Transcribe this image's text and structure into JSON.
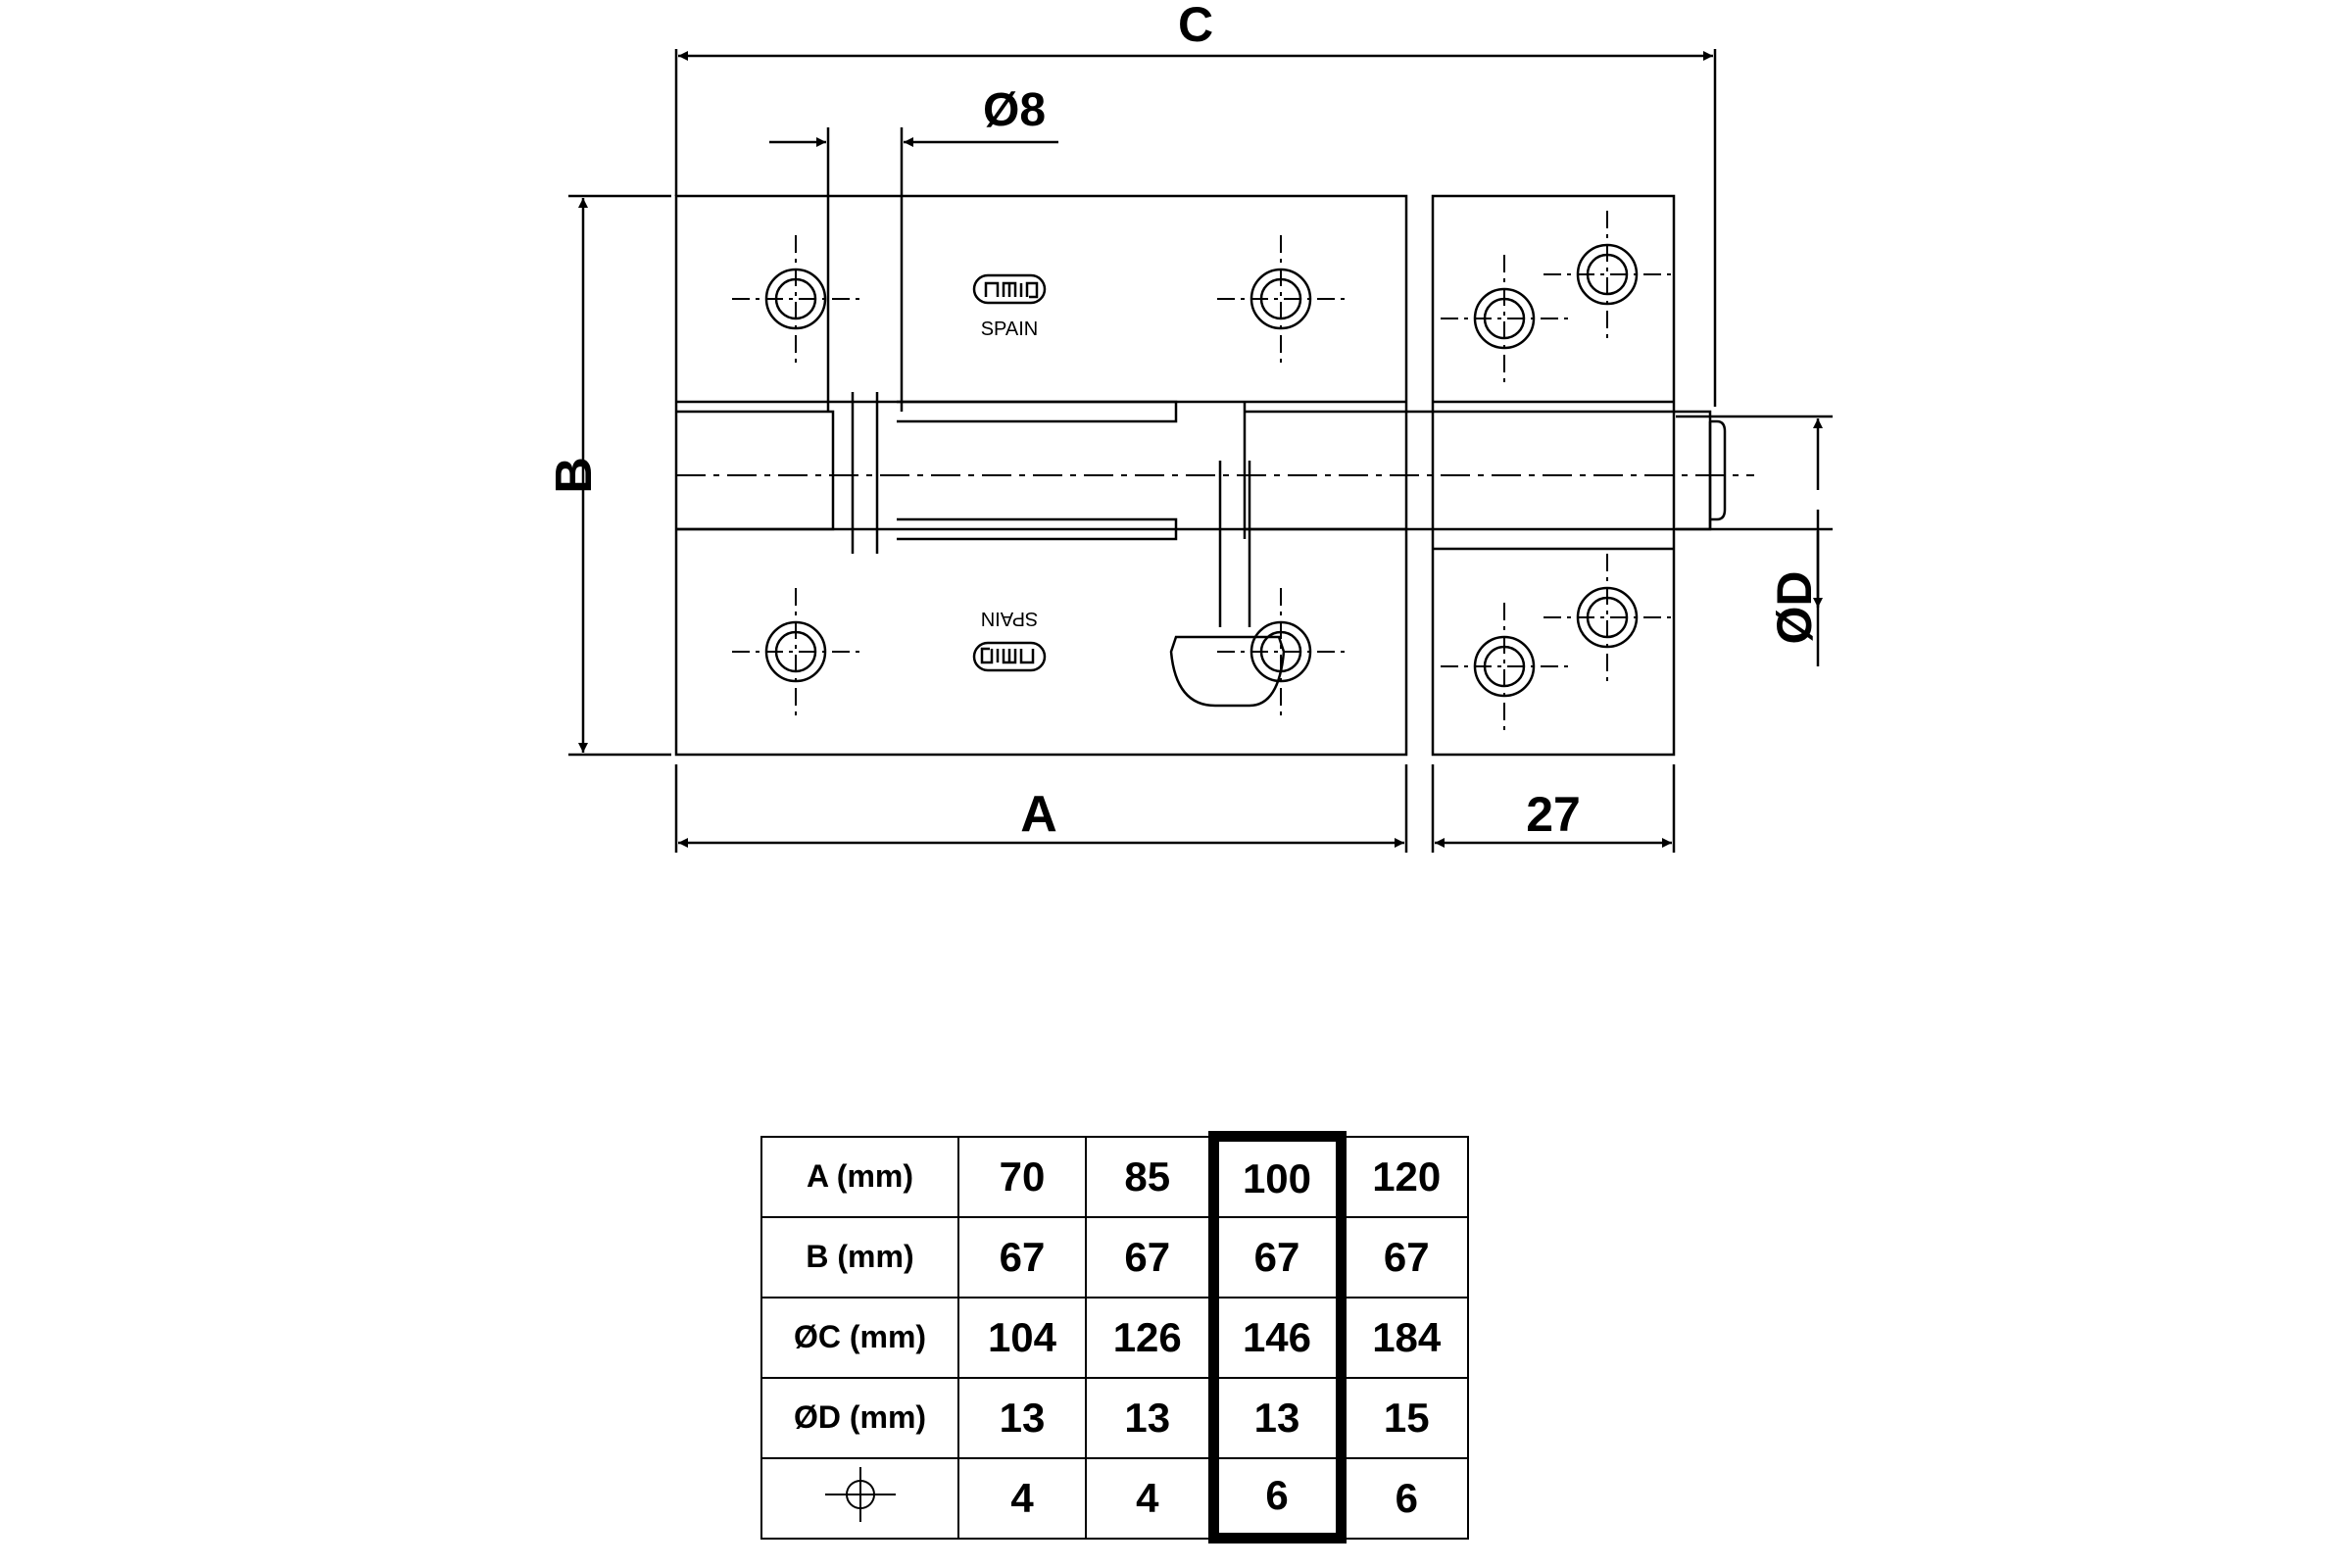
{
  "drawing": {
    "dimensions": {
      "A": "A",
      "B": "B",
      "C": "C",
      "D": "ØD",
      "pin": "Ø8",
      "keeper": "27"
    },
    "logo_text": "SPAIN",
    "logo_mark": "amig"
  },
  "table": {
    "rows": [
      {
        "label": "A (mm)",
        "values": [
          "70",
          "85",
          "100",
          "120"
        ]
      },
      {
        "label": "B (mm)",
        "values": [
          "67",
          "67",
          "67",
          "67"
        ]
      },
      {
        "label": "ØC (mm)",
        "values": [
          "104",
          "126",
          "146",
          "184"
        ]
      },
      {
        "label": "ØD (mm)",
        "values": [
          "13",
          "13",
          "13",
          "15"
        ]
      },
      {
        "label": "",
        "icon": "screw-hole-icon",
        "values": [
          "4",
          "4",
          "6",
          "6"
        ]
      }
    ],
    "highlighted_column": 2
  }
}
